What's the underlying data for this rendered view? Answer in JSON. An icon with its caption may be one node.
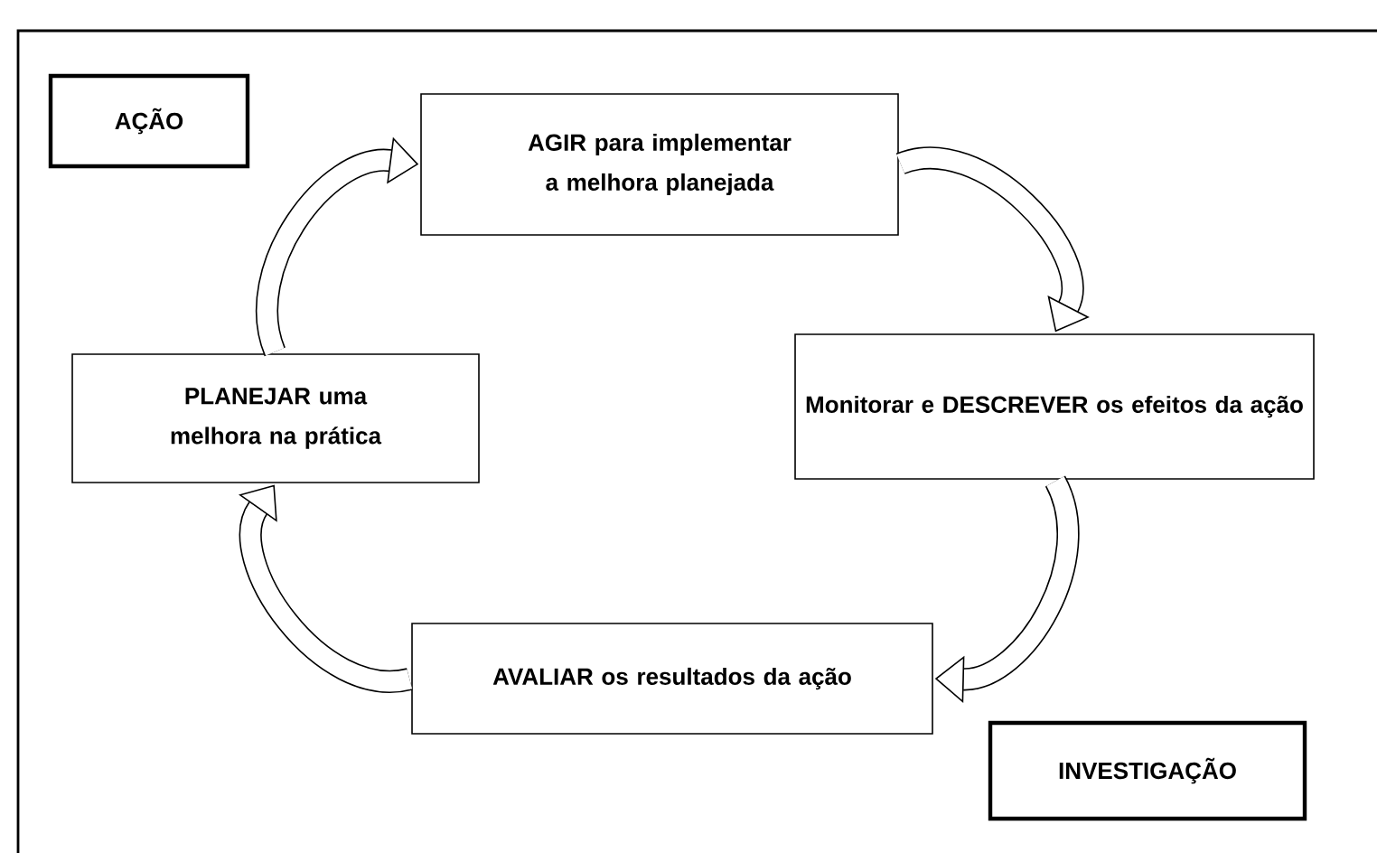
{
  "diagram": {
    "nodes": [
      {
        "text": [
          "AÇÃO"
        ]
      },
      {
        "text": [
          "AGIR para implementar a melhora planejada"
        ]
      },
      {
        "text": [
          "Monitorar e DESCREVER os efeitos da ação"
        ]
      },
      {
        "text": [
          "AVALIAR os resultados da ação"
        ]
      },
      {
        "text": [
          "PLANEJAR uma melhora na prática"
        ]
      },
      {
        "text": [
          "INVESTIGAÇÃO"
        ]
      }
    ],
    "edges": [
      {
        "from": 1,
        "to": 2,
        "arrow": "to"
      },
      {
        "from": 2,
        "to": 3,
        "arrow": "to"
      },
      {
        "from": 3,
        "to": 4,
        "arrow": "to"
      },
      {
        "from": 4,
        "to": 1,
        "arrow": "to"
      }
    ]
  }
}
